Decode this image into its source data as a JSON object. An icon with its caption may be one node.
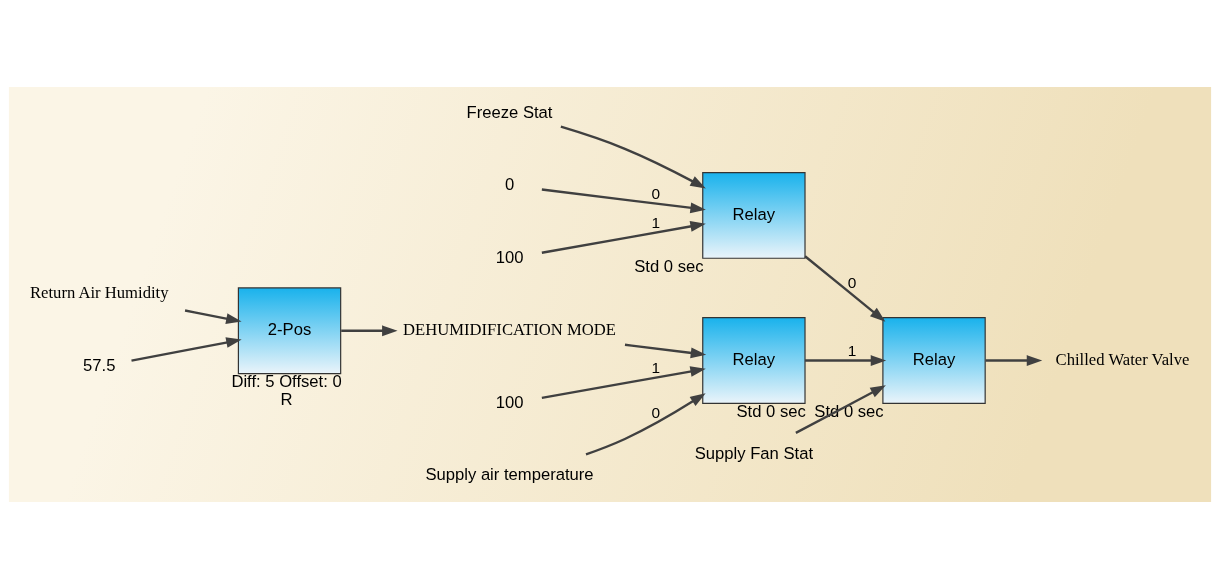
{
  "diagram": {
    "nodes": [
      {
        "text": [
          "Return Air Humidity"
        ]
      },
      {
        "text": [
          "57.5"
        ]
      },
      {
        "text": [
          "2-Pos"
        ],
        "beside": [
          "Diff: 5 Offset: 0",
          "R"
        ]
      },
      {
        "text": [
          "DEHUMIDIFICATION MODE"
        ]
      },
      {
        "text": [
          "Freeze Stat"
        ]
      },
      {
        "text": [
          "0"
        ]
      },
      {
        "text": [
          "100"
        ]
      },
      {
        "text": [
          "Relay"
        ],
        "beside": [
          "Std 0 sec"
        ]
      },
      {
        "text": [
          "Supply Fan Stat"
        ]
      },
      {
        "text": [
          "Supply air temperature"
        ]
      },
      {
        "text": [
          "100"
        ]
      },
      {
        "text": [
          "Relay"
        ],
        "beside": [
          "Std 0 sec"
        ]
      },
      {
        "text": [
          "Relay"
        ],
        "beside": [
          "Std 0 sec"
        ]
      },
      {
        "text": [
          "Chilled Water Valve"
        ]
      }
    ],
    "edges": [
      {
        "from": 0,
        "to": 2,
        "arrow": "to"
      },
      {
        "from": 1,
        "to": 2,
        "arrow": "to"
      },
      {
        "from": 2,
        "to": 3,
        "arrow": "to"
      },
      {
        "from": 3,
        "to": 11,
        "arrow": "to"
      },
      {
        "from": 4,
        "to": 7,
        "arrow": "to"
      },
      {
        "from": 5,
        "to": 7,
        "arrow": "to",
        "label": "0"
      },
      {
        "from": 6,
        "to": 7,
        "arrow": "to",
        "label": "1"
      },
      {
        "from": 7,
        "to": 12,
        "arrow": "to",
        "label": "0"
      },
      {
        "from": 8,
        "to": 12,
        "arrow": "to"
      },
      {
        "from": 9,
        "to": 11,
        "arrow": "to",
        "label": "0"
      },
      {
        "from": 10,
        "to": 11,
        "arrow": "to",
        "label": "1"
      },
      {
        "from": 11,
        "to": 12,
        "arrow": "to",
        "label": "1"
      },
      {
        "from": 12,
        "to": 13,
        "arrow": "to"
      }
    ]
  }
}
